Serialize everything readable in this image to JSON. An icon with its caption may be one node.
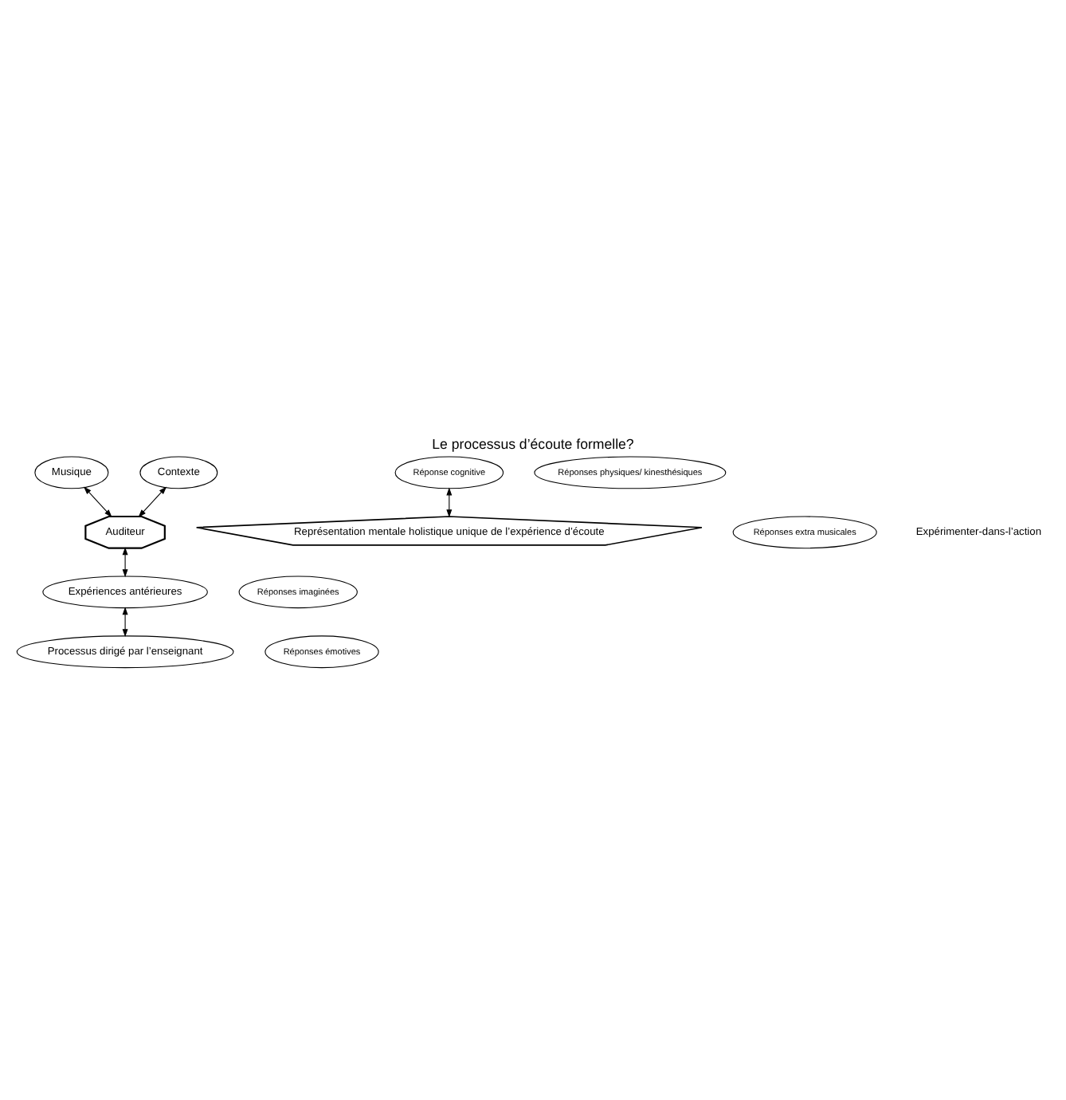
{
  "diagram": {
    "title": "Le processus d’écoute formelle?",
    "nodes": [
      {
        "text": [
          "Musique"
        ]
      },
      {
        "text": [
          "Contexte"
        ]
      },
      {
        "text": [
          "Auditeur"
        ]
      },
      {
        "text": [
          "Expériences antérieures"
        ]
      },
      {
        "text": [
          "Processus dirigé par l’enseignant"
        ]
      },
      {
        "text": [
          "Réponse cognitive"
        ]
      },
      {
        "text": [
          "Représentation mentale holistique unique de l’expérience d’écoute"
        ]
      },
      {
        "text": [
          "Réponses extra musicales"
        ]
      },
      {
        "text": [
          "Réponses imaginées"
        ]
      },
      {
        "text": [
          "Réponses émotives"
        ]
      },
      {
        "text": [
          "Réponses physiques/ kinesthésiques"
        ]
      }
    ],
    "edges": [
      {
        "from": 0,
        "to": 2,
        "arrow": "both"
      },
      {
        "from": 1,
        "to": 2,
        "arrow": "both"
      },
      {
        "from": 2,
        "to": 3,
        "arrow": "both"
      },
      {
        "from": 3,
        "to": 4,
        "arrow": "both"
      },
      {
        "from": 5,
        "to": 6,
        "arrow": "both"
      }
    ],
    "labels": [
      "Expérimenter-dans-l’action"
    ]
  }
}
